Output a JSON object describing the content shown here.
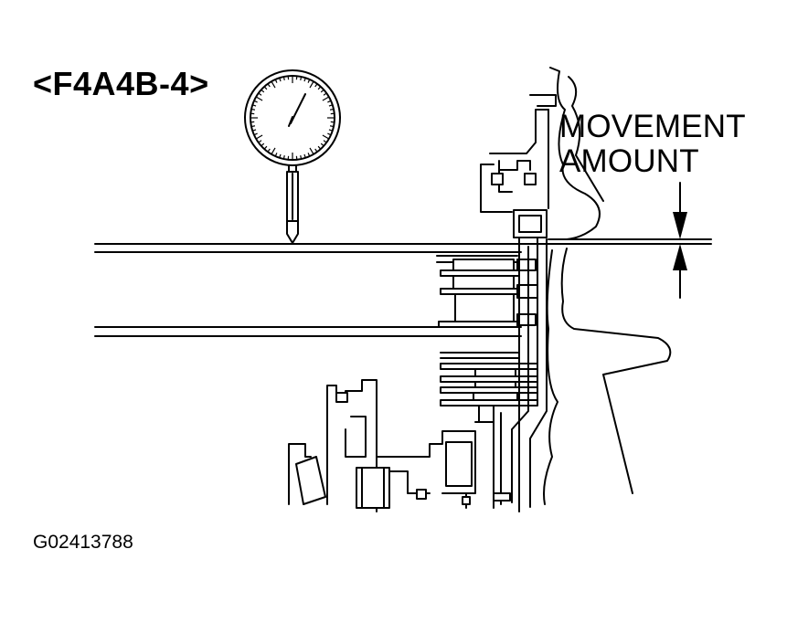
{
  "diagram": {
    "model_label": "<F4A4B-4>",
    "movement_label_line1": "MOVEMENT",
    "movement_label_line2": "AMOUNT",
    "figure_code": "G02413788"
  }
}
